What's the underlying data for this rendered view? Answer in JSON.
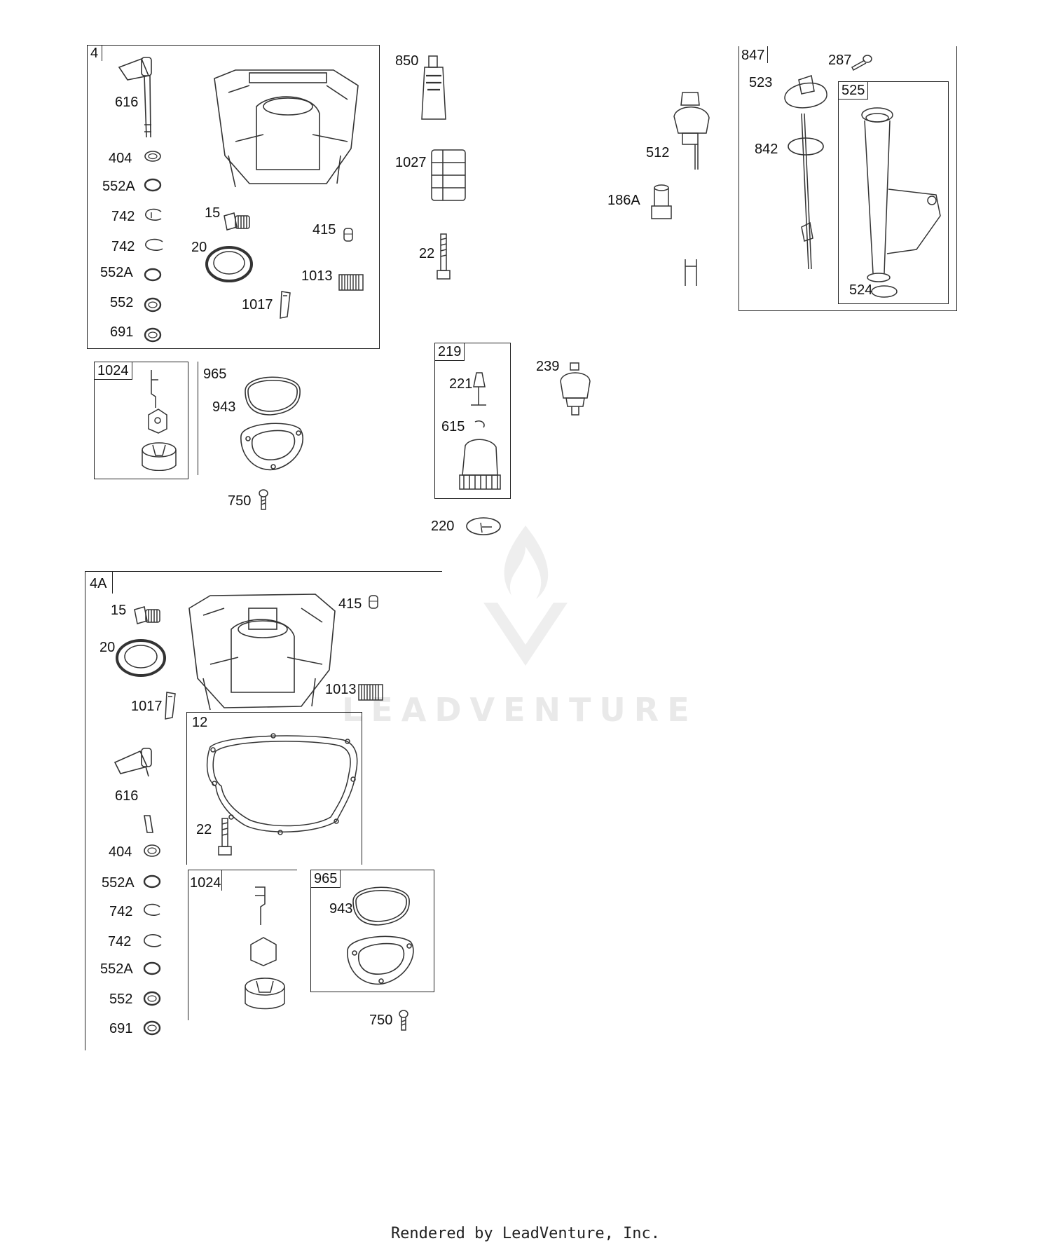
{
  "footer": "Rendered by LeadVenture, Inc.",
  "watermark": {
    "text": "LEADVENTURE"
  },
  "boxes": [
    {
      "id": "4",
      "tag": "4"
    },
    {
      "id": "1024a",
      "tag": "1024"
    },
    {
      "id": "965a",
      "tag": "965"
    },
    {
      "id": "219",
      "tag": "219"
    },
    {
      "id": "847",
      "tag": "847"
    },
    {
      "id": "525",
      "tag": "525"
    },
    {
      "id": "4A",
      "tag": "4A"
    },
    {
      "id": "12",
      "tag": "12"
    },
    {
      "id": "1024b",
      "tag": "1024"
    },
    {
      "id": "965b",
      "tag": "965"
    }
  ],
  "labels": {
    "l616a": "616",
    "l404a": "404",
    "l552Aa": "552A",
    "l742a": "742",
    "l742b": "742",
    "l552Ab": "552A",
    "l552a": "552",
    "l691a": "691",
    "l15a": "15",
    "l20a": "20",
    "l415a": "415",
    "l1013a": "1013",
    "l1017a": "1017",
    "l943a": "943",
    "l750a": "750",
    "l850": "850",
    "l1027": "1027",
    "l22a": "22",
    "l221": "221",
    "l615": "615",
    "l220": "220",
    "l239": "239",
    "l512": "512",
    "l186A": "186A",
    "l523": "523",
    "l842": "842",
    "l287": "287",
    "l524": "524",
    "l15b": "15",
    "l20b": "20",
    "l415b": "415",
    "l1013b": "1013",
    "l1017b": "1017",
    "l616b": "616",
    "l404b": "404",
    "l552Ac": "552A",
    "l742c": "742",
    "l742d": "742",
    "l552Ad": "552A",
    "l552b": "552",
    "l691b": "691",
    "l22b": "22",
    "l943b": "943",
    "l750b": "750"
  }
}
